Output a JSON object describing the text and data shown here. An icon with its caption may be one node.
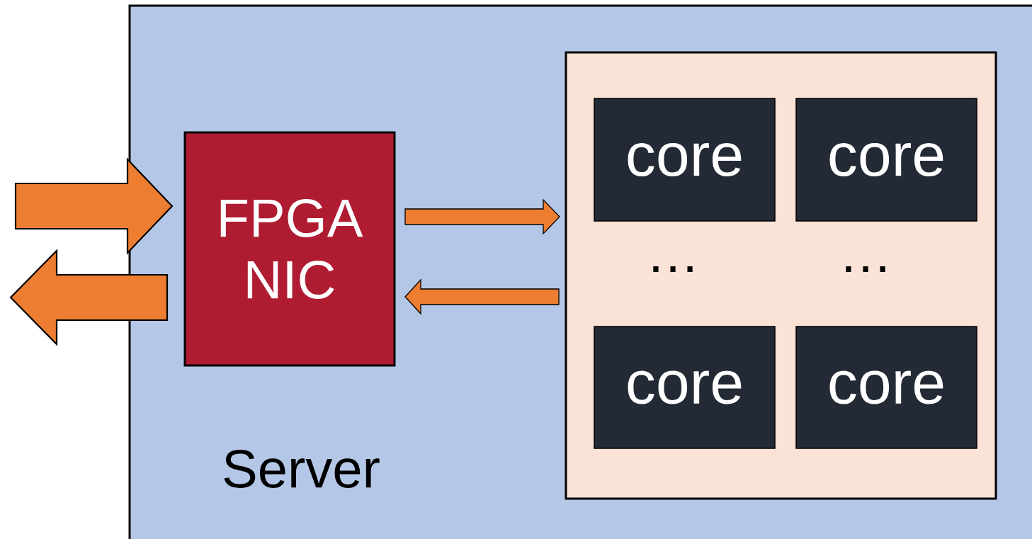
{
  "diagram": {
    "nodes": [
      {
        "text": [
          "Server"
        ]
      },
      {
        "text": [
          "FPGA NIC"
        ],
        "in": 0
      },
      {
        "text": [],
        "shape": "box",
        "in": 0
      },
      {
        "text": [
          "core"
        ],
        "in": 2
      },
      {
        "text": [
          "core"
        ],
        "in": 2
      },
      {
        "text": [
          "core"
        ],
        "in": 2
      },
      {
        "text": [
          "core"
        ],
        "in": 2
      }
    ],
    "edges": [
      {
        "from": null,
        "to": 1,
        "arrow": "to",
        "style": "thick"
      },
      {
        "from": 1,
        "to": null,
        "arrow": "to",
        "style": "thick"
      },
      {
        "from": 1,
        "to": 2,
        "arrow": "to"
      },
      {
        "from": 2,
        "to": 1,
        "arrow": "to"
      }
    ],
    "labels": [
      "…",
      "…"
    ]
  }
}
